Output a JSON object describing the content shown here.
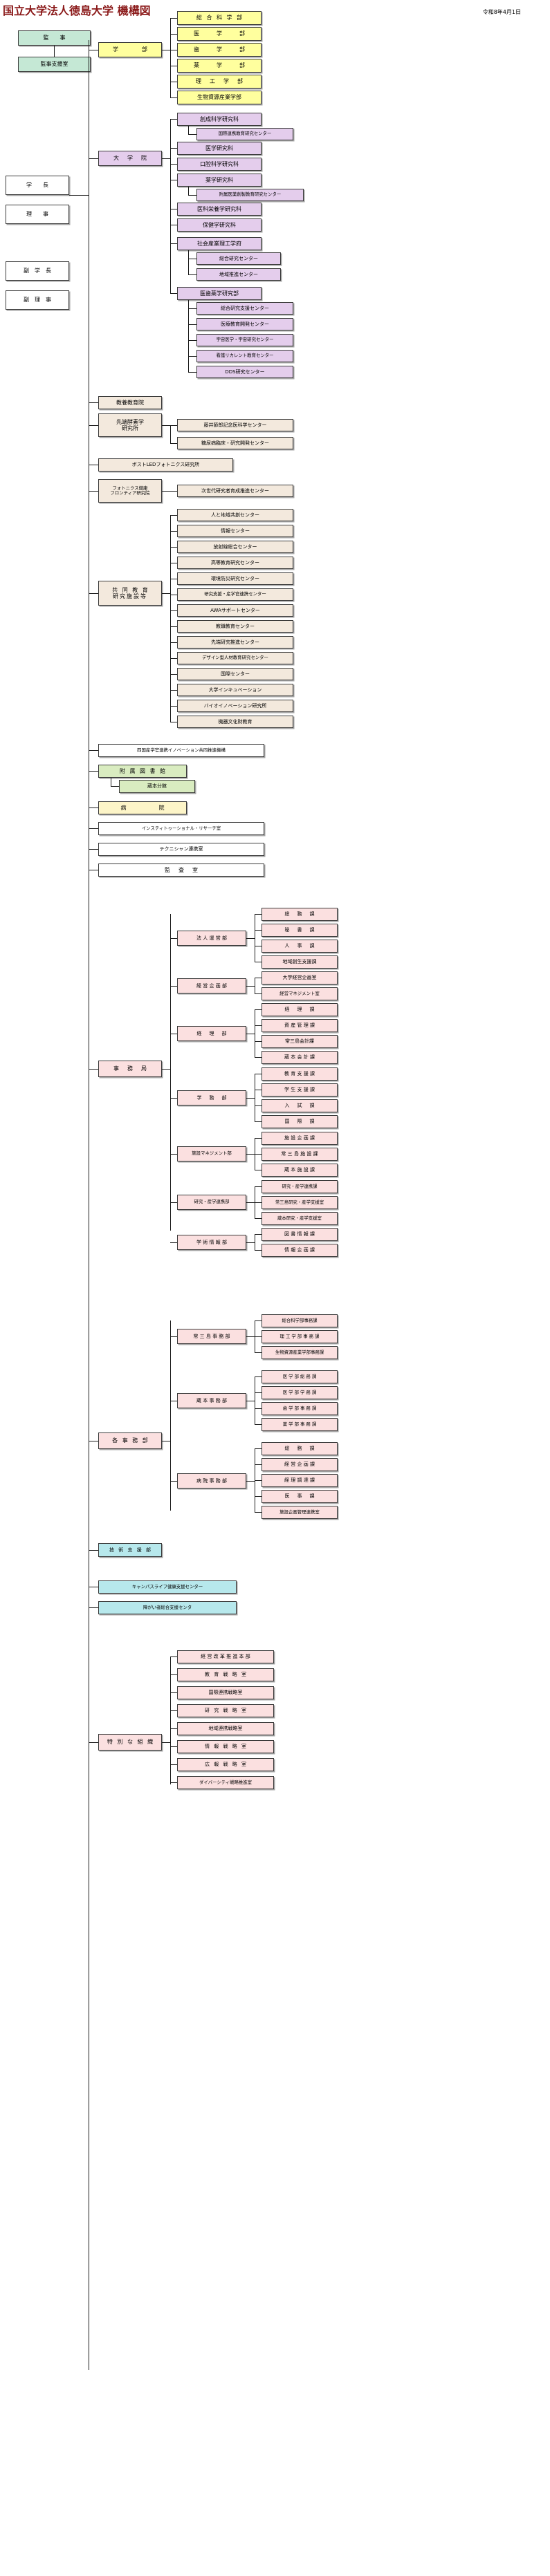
{
  "header": {
    "title": "国立大学法人徳島大学 機構図",
    "date": "令和8年4月1日",
    "title_color": "#8b1a1a"
  },
  "colors": {
    "white": "#ffffff",
    "green": "#c5e8d5",
    "yellow": "#ffff9e",
    "purple": "#e4cdec",
    "cream": "#f3e9dd",
    "cyan": "#b7e8ec",
    "pink": "#fbe0e0",
    "light_green": "#d9ecc0",
    "light_yellow": "#fdf5c8"
  },
  "audit": {
    "auditor": "監　　事",
    "support_office": "監事支援室"
  },
  "executives": [
    {
      "label": "学　　長"
    },
    {
      "label": "理　　事"
    },
    {
      "label": "副　学　長"
    },
    {
      "label": "副　理　事"
    }
  ],
  "faculty": {
    "heading": "学　　部",
    "items": [
      "総 合 科 学 部",
      "医　　学　　部",
      "歯　　学　　部",
      "薬　　学　　部",
      "理　工　学　部",
      "生物資源産業学部"
    ]
  },
  "graduate": {
    "heading": "大　学　院",
    "items": [
      {
        "label": "創成科学研究科",
        "children": [
          "国際連携教育研究センター"
        ]
      },
      {
        "label": "医学研究科",
        "children": []
      },
      {
        "label": "口腔科学研究科",
        "children": []
      },
      {
        "label": "薬学研究科",
        "children": [
          "附属医薬創製教育研究センター"
        ]
      },
      {
        "label": "医科栄養学研究科",
        "children": []
      },
      {
        "label": "保健学研究科",
        "children": []
      },
      {
        "label": "社会産業理工学府",
        "children": [
          "総合研究センター",
          "地域推進センター"
        ]
      },
      {
        "label": "医歯薬学研究部",
        "children": [
          "総合研究支援センター",
          "医療教育開発センター",
          "宇宙医学・宇宙研究センター",
          "看護リカレント教育センター",
          "DDS研究センター"
        ]
      }
    ]
  },
  "liberal_arts": {
    "label": "教養教育院"
  },
  "enzyme_institute": {
    "label": "先端酵素学\n研究所",
    "children": [
      "藤井節郎記念医科学センター",
      "糖尿病臨床・研究開発センター"
    ]
  },
  "post_led": {
    "label": "ポストLEDフォトニクス研究所"
  },
  "photonics": {
    "label": "フォトニクス健康\nフロンティア研究院",
    "children": [
      "次世代研究者育成推進センター"
    ]
  },
  "joint_facilities": {
    "label": "共 同 教 育\n研究施設等",
    "items": [
      "人と地域共創センター",
      "情報センター",
      "放射線総合センター",
      "高等教育研究センター",
      "環境防災研究センター",
      "研究支援・産学官連携センター",
      "AWAサポートセンター",
      "教職教育センター",
      "先端研究推進センター",
      "デザイン型人材教育研究センター",
      "国際センター",
      "大学インキュベーション",
      "バイオイノベーション研究所",
      "機器文化財教育"
    ]
  },
  "standalone": [
    {
      "label": "四国産学官連携イノベーション共同推進機構",
      "color": "white"
    },
    {
      "label": "附 属 図 書 館",
      "color": "light_green"
    },
    {
      "label": "蔵本分館",
      "color": "light_green",
      "indent": true
    },
    {
      "label": "病　　　　院",
      "color": "light_yellow"
    },
    {
      "label": "インスティトゥーショナル・リサーチ室",
      "color": "white"
    },
    {
      "label": "テクニシャン連携室",
      "color": "white"
    },
    {
      "label": "監　査　室",
      "color": "white"
    }
  ],
  "admin_bureau": {
    "heading": "事　務　局",
    "groups": [
      {
        "label": "法 人 運 営 部",
        "items": [
          "総　務　課",
          "秘　書　課",
          "人　事　課",
          "地域創生支援課"
        ]
      },
      {
        "label": "経 営 企 画 部",
        "items": [
          "大学経営企画室",
          "経営マネジメント室"
        ]
      },
      {
        "label": "経　理　部",
        "items": [
          "経　理　課",
          "資 産 管 理 課",
          "常三島会計課",
          "蔵 本 会 計 課"
        ]
      },
      {
        "label": "学　務　部",
        "items": [
          "教 育 支 援 課",
          "学 生 支 援 課",
          "入　試　課",
          "国　際　課"
        ]
      },
      {
        "label": "施設マネジメント部",
        "items": [
          "施 設 企 画 課",
          "常 三 島 施 設 課",
          "蔵 本 施 設 課"
        ]
      },
      {
        "label": "研究・産学連携部",
        "items": [
          "研究・産学連携課",
          "常三島研究・産学支援室",
          "蔵本研究・産学支援室"
        ]
      },
      {
        "label": "学 術 情 報 部",
        "items": [
          "図 書 情 報 課",
          "情 報 企 画 課"
        ]
      }
    ]
  },
  "campus_offices": {
    "heading": "各 事 務 部",
    "groups": [
      {
        "label": "常 三 島 事 務 部",
        "items": [
          "総合科学部事務課",
          "理 工 学 部 事 務 課",
          "生物資源産業学部事務課"
        ]
      },
      {
        "label": "蔵 本 事 務 部",
        "items": [
          "医 学 部 総 務 課",
          "医 学 部 学 務 課",
          "歯 学 部 事 務 課",
          "薬 学 部 事 務 課"
        ]
      },
      {
        "label": "病 院 事 務 部",
        "items": [
          "総　務　課",
          "経 営 企 画 課",
          "経 理 調 達 課",
          "医　事　課",
          "施設企画管理連携室"
        ]
      }
    ]
  },
  "tech_support": {
    "label": "技 術 支 援 部"
  },
  "health_centers": [
    "キャンパスライフ健康支援センター",
    "障がい者総合支援センタ"
  ],
  "special_org": {
    "heading": "特 別 な 組 織",
    "items": [
      "経 営 改 革 推 進 本 部",
      "教 育 戦 略 室",
      "国際連携戦略室",
      "研 究 戦 略 室",
      "地域連携戦略室",
      "情 報 戦 略 室",
      "広 報 戦 略 室",
      "ダイバーシティ戦略推進室"
    ]
  }
}
